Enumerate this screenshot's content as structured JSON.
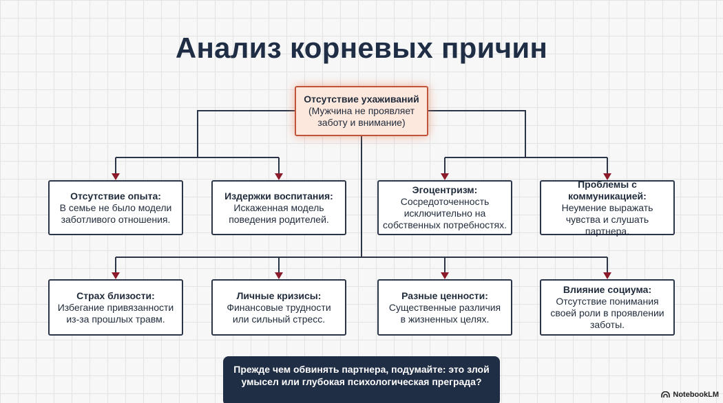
{
  "title": "Анализ корневых причин",
  "root": {
    "heading": "Отсутствие ухаживаний",
    "line1": "(Мужчина не проявляет",
    "line2": "заботу и внимание)"
  },
  "causes": [
    {
      "heading": "Отсутствие опыта:",
      "lines": [
        "В семье не было модели",
        "заботливого отношения."
      ]
    },
    {
      "heading": "Издержки воспитания:",
      "lines": [
        "Искаженная модель",
        "поведения родителей."
      ]
    },
    {
      "heading": "Эгоцентризм:",
      "lines": [
        "Сосредоточенность",
        "исключительно на",
        "собственных потребностях."
      ]
    },
    {
      "heading": "Проблемы с коммуникацией:",
      "lines": [
        "Неумение выражать",
        "чувства и слушать партнера."
      ]
    },
    {
      "heading": "Страх близости:",
      "lines": [
        "Избегание привязанности",
        "из-за прошлых травм."
      ]
    },
    {
      "heading": "Личные кризисы:",
      "lines": [
        "Финансовые трудности",
        "или сильный стресс."
      ]
    },
    {
      "heading": "Разные ценности:",
      "lines": [
        "Существенные различия",
        "в жизненных целях."
      ]
    },
    {
      "heading": "Влияние социума:",
      "lines": [
        "Отсутствие понимания",
        "своей роли в проявлении",
        "заботы."
      ]
    }
  ],
  "callout": {
    "line1": "Прежде чем обвинять партнера, подумайте: это злой",
    "line2": "умысел или глубокая психологическая преграда?"
  },
  "brand": {
    "name": "NotebookLM",
    "icon": "notebooklm-logo-icon"
  },
  "colors": {
    "connector": "#2a3446",
    "arrowhead": "#8b1a2b",
    "root_fill": "#fde8de",
    "root_border": "#c0533a",
    "callout_fill": "#1f2d45"
  }
}
